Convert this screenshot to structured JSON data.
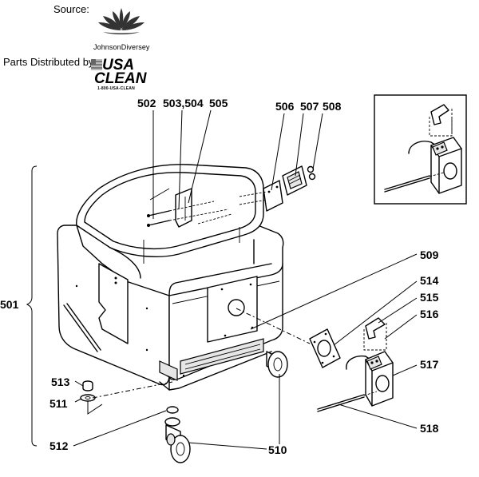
{
  "header": {
    "source_label": "Source:",
    "source_brand": "JohnsonDiversey",
    "distributor_label": "Parts Distributed by:",
    "distributor_logo_top": "USA",
    "distributor_logo_bottom": "CLEAN",
    "distributor_phone": "1-800-USA-CLEAN"
  },
  "callouts": {
    "c501": "501",
    "c502": "502",
    "c503_504": "503,504",
    "c505": "505",
    "c506": "506",
    "c507": "507",
    "c508": "508",
    "c509": "509",
    "c510": "510",
    "c511": "511",
    "c512": "512",
    "c513": "513",
    "c514": "514",
    "c515": "515",
    "c516": "516",
    "c517": "517",
    "c518": "518"
  },
  "colors": {
    "ink": "#000000",
    "paper": "#ffffff"
  }
}
